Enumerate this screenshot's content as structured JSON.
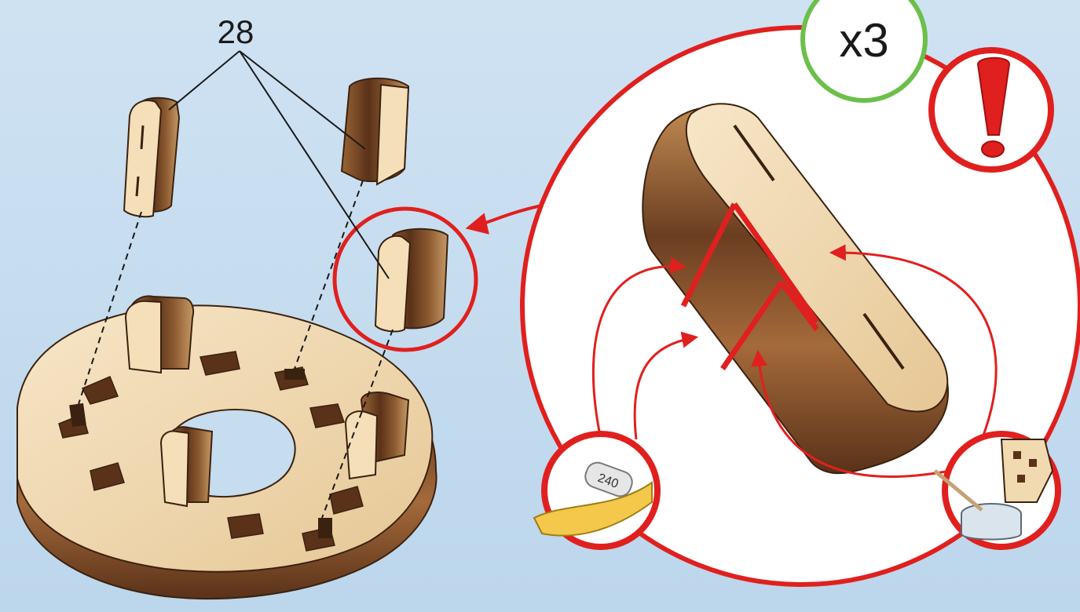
{
  "part_number": "28",
  "quantity": "x3",
  "sandpaper_grit": "240",
  "colors": {
    "background": "#c6dcef",
    "accent_red": "#e0201e",
    "quantity_circle": "#6cbf4a",
    "wood_light": "#f1d9b0",
    "wood_dark": "#6b3e21"
  },
  "icons": [
    "exclamation-warning-icon",
    "sandpaper-240-icon",
    "glue-pot-icon"
  ]
}
